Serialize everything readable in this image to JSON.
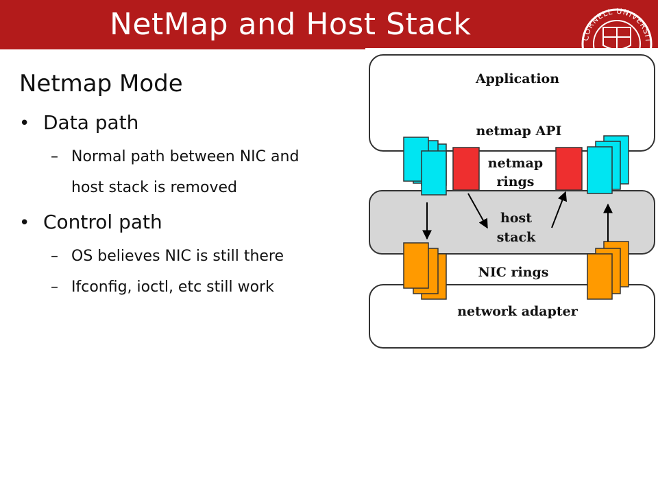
{
  "slide": {
    "title": "NetMap and Host Stack",
    "logo_text": "CORNELL UNIVERSITY",
    "heading": "Netmap Mode",
    "bullets": [
      {
        "label": "Data path",
        "subs": [
          "Normal path between NIC and",
          "host stack is removed"
        ]
      },
      {
        "label": "Control path",
        "subs": [
          "OS believes NIC is still there",
          "Ifconfig, ioctl, etc still work"
        ]
      }
    ],
    "bullet_glyph": "•",
    "dash_glyph": "–"
  },
  "diagram": {
    "application": "Application",
    "netmap_api": "netmap API",
    "netmap_rings_1": "netmap",
    "netmap_rings_2": "rings",
    "host_stack_1": "host",
    "host_stack_2": "stack",
    "nic_rings": "NIC rings",
    "network_adapter": "network adapter"
  },
  "colors": {
    "brand_red": "#b31b1b",
    "cyan": "#00e5f2",
    "red": "#ee2f2f",
    "orange": "#ff9a00",
    "gray": "#d6d6d6"
  }
}
